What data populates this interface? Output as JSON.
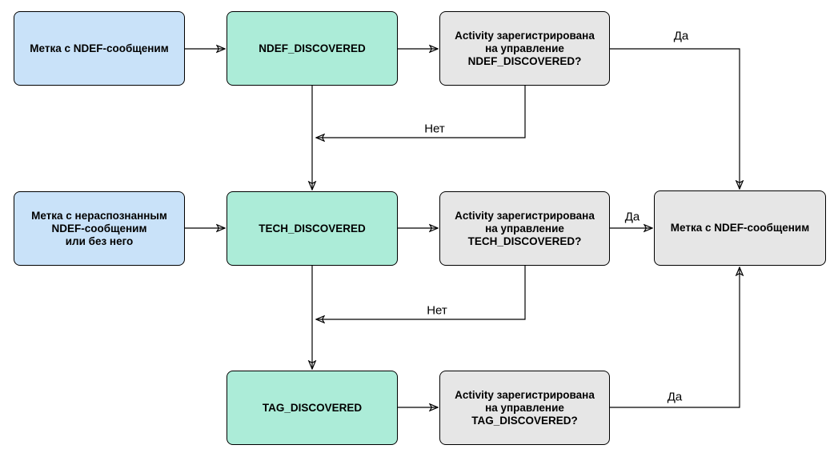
{
  "diagram": {
    "labels": {
      "yes": "Да",
      "no": "Нет"
    },
    "colors": {
      "background": "#ffffff",
      "border": "#000000",
      "input_fill": "#c9e2f9",
      "intent_fill": "#acecd8",
      "question_fill": "#e6e6e6"
    },
    "nodes": {
      "tag_ndef": {
        "text": "Метка с NDEF-сообщеним"
      },
      "ndef_discovered": {
        "text": "NDEF_DISCOVERED"
      },
      "q_ndef": {
        "text": "Activity зарегистрирована\nна управление\nNDEF_DISCOVERED?"
      },
      "tag_unrecognized": {
        "text": "Метка с нераспознанным\nNDEF-сообщеним\nили без него"
      },
      "tech_discovered": {
        "text": "TECH_DISCOVERED"
      },
      "q_tech": {
        "text": "Activity зарегистрирована\nна управление\nTECH_DISCOVERED?"
      },
      "result_ndef": {
        "text": "Метка с NDEF-сообщеним"
      },
      "tag_discovered": {
        "text": "TAG_DISCOVERED"
      },
      "q_tag": {
        "text": "Activity зарегистрирована\nна управление\nTAG_DISCOVERED?"
      }
    }
  }
}
